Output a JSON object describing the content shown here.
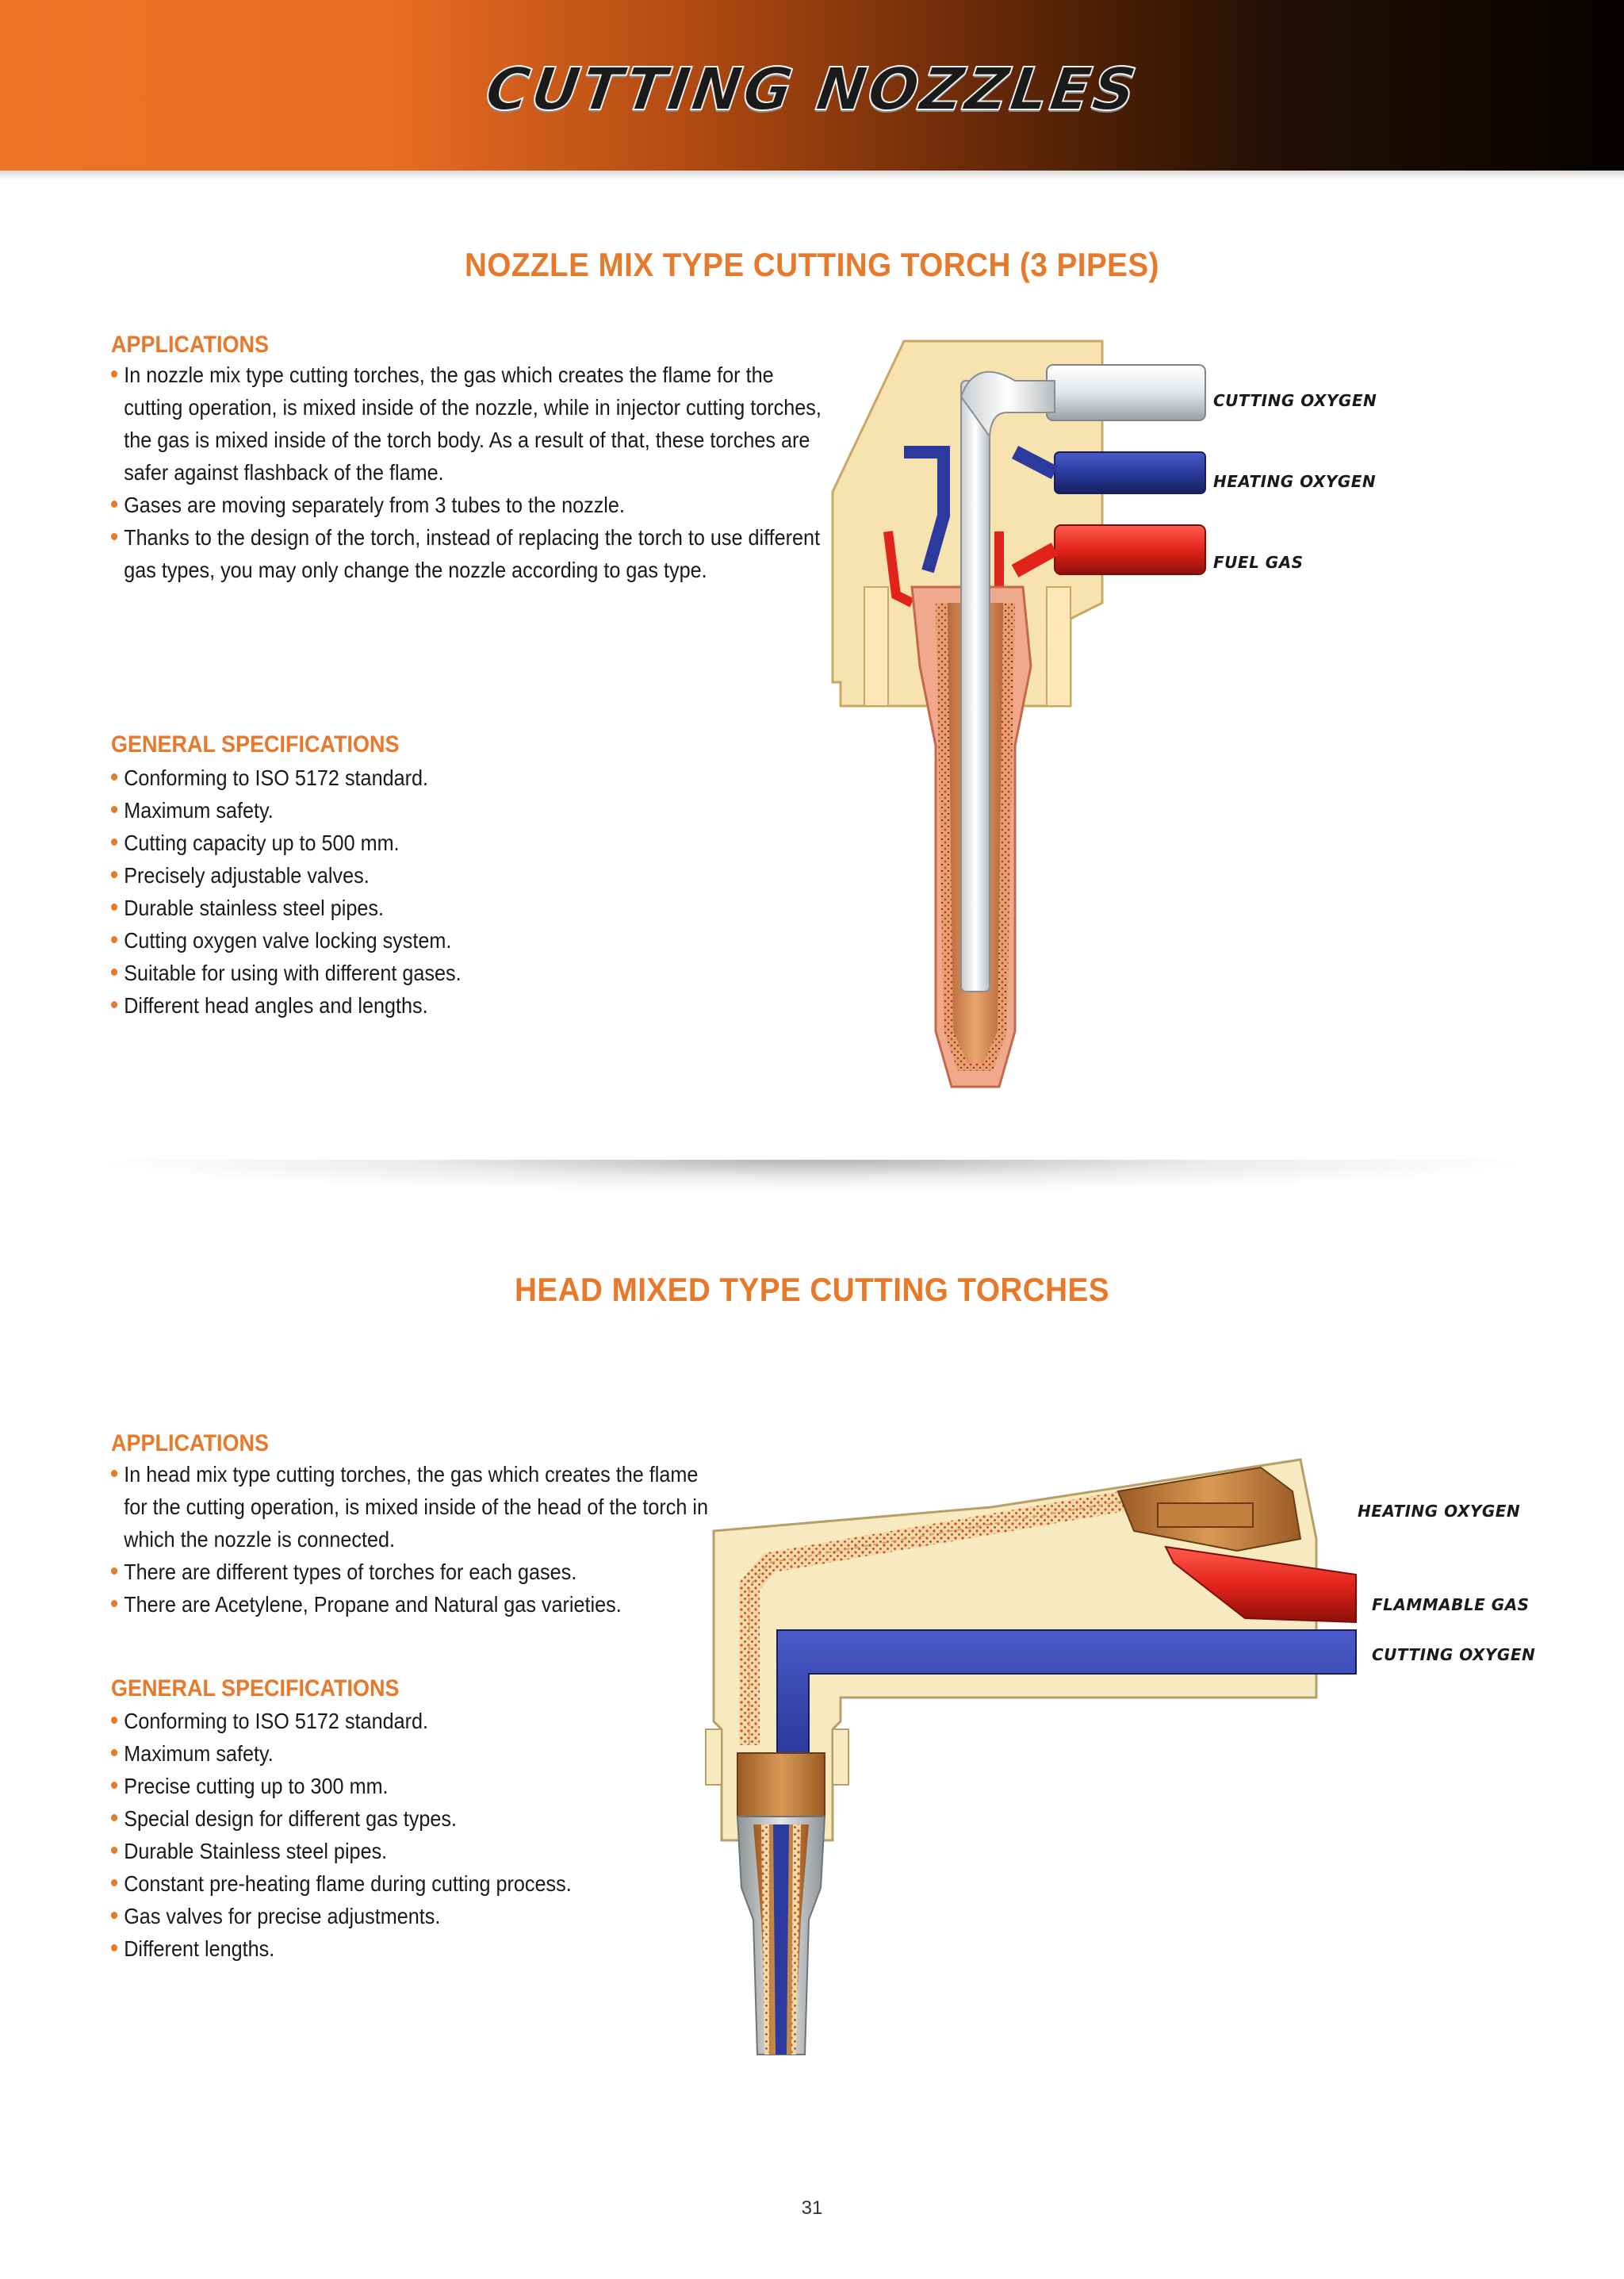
{
  "header": {
    "title": "CUTTING NOZZLES"
  },
  "section1": {
    "title": "NOZZLE MIX TYPE CUTTING TORCH (3 PIPES)",
    "applications_heading": "APPLICATIONS",
    "applications": [
      "In nozzle mix type cutting torches, the gas which creates the flame for the cutting operation, is mixed inside of the nozzle, while in injector cutting torches, the gas is mixed inside of the torch body. As a result of that, these torches are safer against flashback of the flame.",
      "Gases are moving separately from 3 tubes to the nozzle.",
      "Thanks to the design of the torch, instead of replacing the torch to use different gas types, you may only change the nozzle according to gas type."
    ],
    "specs_heading": "GENERAL SPECIFICATIONS",
    "specs": [
      "Conforming to ISO 5172 standard.",
      "Maximum safety.",
      "Cutting capacity up to 500 mm.",
      "Precisely adjustable valves.",
      "Durable stainless steel pipes.",
      "Cutting oxygen valve locking system.",
      "Suitable for using with different gases.",
      "Different head angles and lengths."
    ],
    "diagram_labels": {
      "cutting_oxygen": "CUTTING OXYGEN",
      "heating_oxygen": "HEATING OXYGEN",
      "fuel_gas": "FUEL GAS"
    }
  },
  "section2": {
    "title": "HEAD MIXED TYPE CUTTING TORCHES",
    "applications_heading": "APPLICATIONS",
    "applications": [
      "In head mix type cutting torches, the gas which creates the flame for the cutting operation, is mixed inside of the head of the torch in which the nozzle is connected.",
      "There are different types of torches for each gases.",
      "There are Acetylene, Propane and Natural gas varieties."
    ],
    "specs_heading": "GENERAL SPECIFICATIONS",
    "specs": [
      "Conforming to ISO 5172 standard.",
      "Maximum safety.",
      "Precise cutting up to 300 mm.",
      "Special design for different gas types.",
      "Durable Stainless steel pipes.",
      "Constant pre-heating flame during cutting process.",
      "Gas valves for precise adjustments.",
      "Different lengths."
    ],
    "diagram_labels": {
      "heating_oxygen": "HEATING OXYGEN",
      "flammable_gas": "FLAMMABLE GAS",
      "cutting_oxygen": "CUTTING OXYGEN"
    }
  },
  "footer": {
    "page_number": "31"
  },
  "colors": {
    "accent_orange": "#e8782a",
    "cutting_oxygen": "#e9ecee",
    "heating_oxygen": "#2b3a9c",
    "fuel_gas": "#e2231a",
    "torch_body": "#f7e3b0",
    "nozzle_copper": "#d9915a"
  }
}
